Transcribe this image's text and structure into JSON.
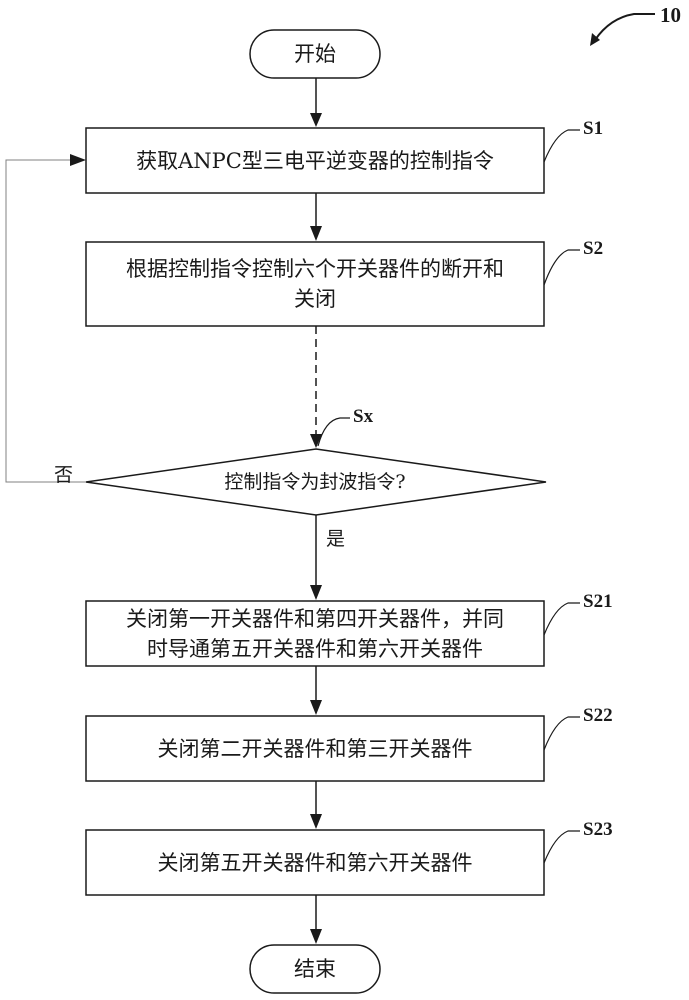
{
  "figure_ref": "10",
  "nodes": {
    "start": {
      "text": "开始"
    },
    "s1": {
      "text": "获取ANPC型三电平逆变器的控制指令",
      "step": "S1"
    },
    "s2": {
      "line1": "根据控制指令控制六个开关器件的断开和",
      "line2": "关闭",
      "step": "S2"
    },
    "sx": {
      "text": "控制指令为封波指令?",
      "step": "Sx"
    },
    "s21": {
      "line1": "关闭第一开关器件和第四开关器件，并同",
      "line2": "时导通第五开关器件和第六开关器件",
      "step": "S21"
    },
    "s22": {
      "text": "关闭第二开关器件和第三开关器件",
      "step": "S22"
    },
    "s23": {
      "text": "关闭第五开关器件和第六开关器件",
      "step": "S23"
    },
    "end": {
      "text": "结束"
    }
  },
  "edge_labels": {
    "no": "否",
    "yes": "是"
  },
  "colors": {
    "line": "#1a1a1a",
    "loop_line": "#808080"
  }
}
